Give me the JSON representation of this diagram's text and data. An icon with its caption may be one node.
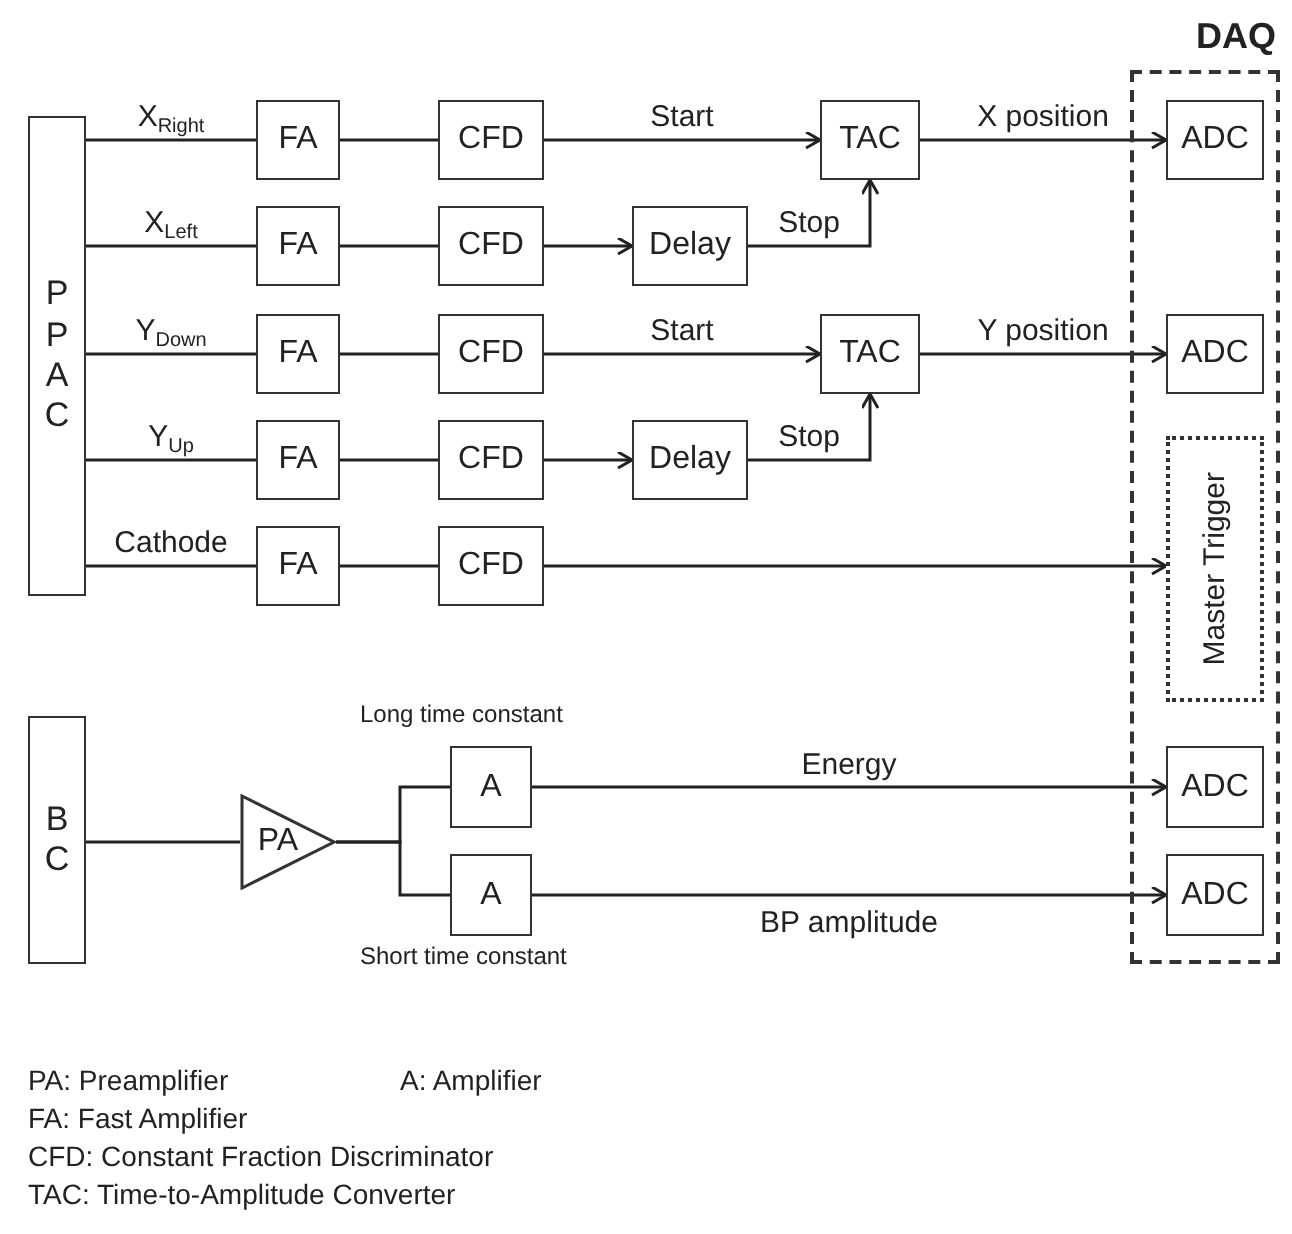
{
  "diagram": {
    "nodes": [
      {
        "text": [
          "DAQ"
        ]
      },
      {
        "text": [
          "PPAC"
        ]
      },
      {
        "text": [
          "FA"
        ]
      },
      {
        "text": [
          "CFD"
        ]
      },
      {
        "text": [
          "TAC"
        ]
      },
      {
        "text": [
          "ADC"
        ],
        "in": 0
      },
      {
        "text": [
          "FA"
        ]
      },
      {
        "text": [
          "CFD"
        ]
      },
      {
        "text": [
          "Delay"
        ]
      },
      {
        "text": [
          "FA"
        ]
      },
      {
        "text": [
          "CFD"
        ]
      },
      {
        "text": [
          "TAC"
        ]
      },
      {
        "text": [
          "ADC"
        ],
        "in": 0
      },
      {
        "text": [
          "FA"
        ]
      },
      {
        "text": [
          "CFD"
        ]
      },
      {
        "text": [
          "Delay"
        ]
      },
      {
        "text": [
          "FA"
        ]
      },
      {
        "text": [
          "CFD"
        ]
      },
      {
        "text": [
          "Master Trigger"
        ],
        "in": 0
      },
      {
        "text": [
          "BC"
        ]
      },
      {
        "text": [
          "PA"
        ]
      },
      {
        "text": [
          "A"
        ],
        "beside": [
          "Long time constant"
        ]
      },
      {
        "text": [
          "A"
        ],
        "beside": [
          "Short time constant"
        ]
      },
      {
        "text": [
          "ADC"
        ],
        "in": 0
      },
      {
        "text": [
          "ADC"
        ],
        "in": 0
      }
    ],
    "edges": [
      {
        "from": 1,
        "to": 2,
        "arrow": "none",
        "label": "X$_{Right}$"
      },
      {
        "from": 2,
        "to": 3,
        "arrow": "none"
      },
      {
        "from": 3,
        "to": 4,
        "arrow": "to",
        "label": "Start"
      },
      {
        "from": 4,
        "to": 5,
        "arrow": "to",
        "label": "X position"
      },
      {
        "from": 1,
        "to": 6,
        "arrow": "none",
        "label": "X$_{Left}$"
      },
      {
        "from": 6,
        "to": 7,
        "arrow": "none"
      },
      {
        "from": 7,
        "to": 8,
        "arrow": "to"
      },
      {
        "from": 8,
        "to": 4,
        "arrow": "to",
        "label": "Stop"
      },
      {
        "from": 1,
        "to": 9,
        "arrow": "none",
        "label": "Y$_{Down}$"
      },
      {
        "from": 9,
        "to": 10,
        "arrow": "none"
      },
      {
        "from": 10,
        "to": 11,
        "arrow": "to",
        "label": "Start"
      },
      {
        "from": 11,
        "to": 12,
        "arrow": "to",
        "label": "Y position"
      },
      {
        "from": 1,
        "to": 13,
        "arrow": "none",
        "label": "Y$_{Up}$"
      },
      {
        "from": 13,
        "to": 14,
        "arrow": "none"
      },
      {
        "from": 14,
        "to": 15,
        "arrow": "to"
      },
      {
        "from": 15,
        "to": 11,
        "arrow": "to",
        "label": "Stop"
      },
      {
        "from": 1,
        "to": 16,
        "arrow": "none",
        "label": "Cathode"
      },
      {
        "from": 16,
        "to": 17,
        "arrow": "none"
      },
      {
        "from": 17,
        "to": 18,
        "arrow": "to"
      },
      {
        "from": 19,
        "to": 20,
        "arrow": "none"
      },
      {
        "from": 20,
        "to": 21,
        "arrow": "none"
      },
      {
        "from": 20,
        "to": 22,
        "arrow": "none"
      },
      {
        "from": 21,
        "to": 23,
        "arrow": "to",
        "label": "Energy"
      },
      {
        "from": 22,
        "to": 24,
        "arrow": "to",
        "label": "BP amplitude"
      }
    ],
    "labels": [
      "PA: Preamplifier",
      "A: Amplifier",
      "FA: Fast Amplifier",
      "CFD: Constant Fraction Discriminator",
      "TAC: Time-to-Amplitude Converter"
    ]
  }
}
